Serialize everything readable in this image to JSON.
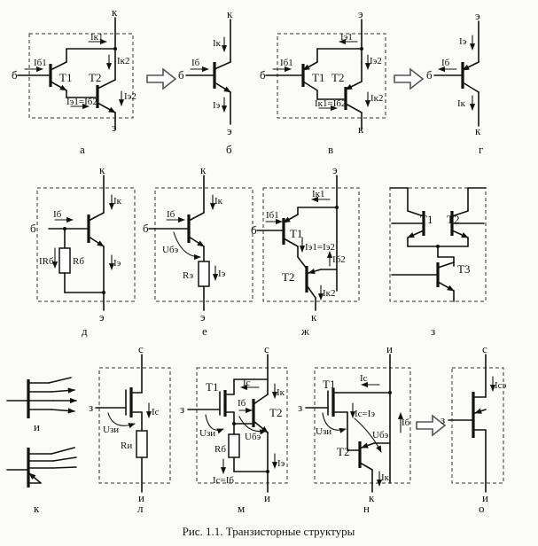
{
  "caption": "Рис. 1.1. Транзисторные структуры",
  "panels": [
    {
      "letter": "а",
      "labels": [
        "к",
        "б",
        "э",
        "Iб1",
        "Iк1",
        "Iк2",
        "Iэ1=Iб2",
        "Iэ2",
        "T1",
        "T2"
      ]
    },
    {
      "letter": "б",
      "labels": [
        "к",
        "б",
        "э",
        "Iк",
        "Iб",
        "Iэ"
      ]
    },
    {
      "letter": "в",
      "labels": [
        "э",
        "б",
        "к",
        "Iб1",
        "Iэ1",
        "Iэ2",
        "Iк1=Iб2",
        "Iк2",
        "T1",
        "T2"
      ]
    },
    {
      "letter": "г",
      "labels": [
        "э",
        "б",
        "к",
        "Iэ",
        "Iб",
        "Iк"
      ]
    },
    {
      "letter": "д",
      "labels": [
        "к",
        "б",
        "э",
        "Iб",
        "Iк",
        "IRб",
        "Rб",
        "Iэ"
      ]
    },
    {
      "letter": "е",
      "labels": [
        "к",
        "б",
        "э",
        "Iб",
        "Iк",
        "Uбэ",
        "Rэ",
        "Iэ"
      ]
    },
    {
      "letter": "ж",
      "labels": [
        "э",
        "б",
        "к",
        "Iб1",
        "Iк1",
        "Iэ1=Iэ2",
        "Iб2",
        "Iк2",
        "T1",
        "T2"
      ]
    },
    {
      "letter": "з",
      "labels": [
        "T1",
        "T2",
        "T3"
      ]
    },
    {
      "letter": "и",
      "labels": []
    },
    {
      "letter": "к",
      "labels": []
    },
    {
      "letter": "л",
      "labels": [
        "с",
        "з",
        "и",
        "Iс",
        "Uзи",
        "Rи"
      ]
    },
    {
      "letter": "м",
      "labels": [
        "с",
        "з",
        "и",
        "T1",
        "T2",
        "Iс",
        "Iк",
        "Iб",
        "Uзи",
        "Uбэ",
        "Rб",
        "Iэ",
        "Iс=Iб"
      ]
    },
    {
      "letter": "н",
      "labels": [
        "и",
        "з",
        "к",
        "T1",
        "T2",
        "Iс",
        "Iс=Iэ",
        "Uзи",
        "Uбэ",
        "Iб",
        "Iк"
      ]
    },
    {
      "letter": "о",
      "labels": [
        "с",
        "з",
        "и",
        "Iсэ"
      ]
    }
  ]
}
